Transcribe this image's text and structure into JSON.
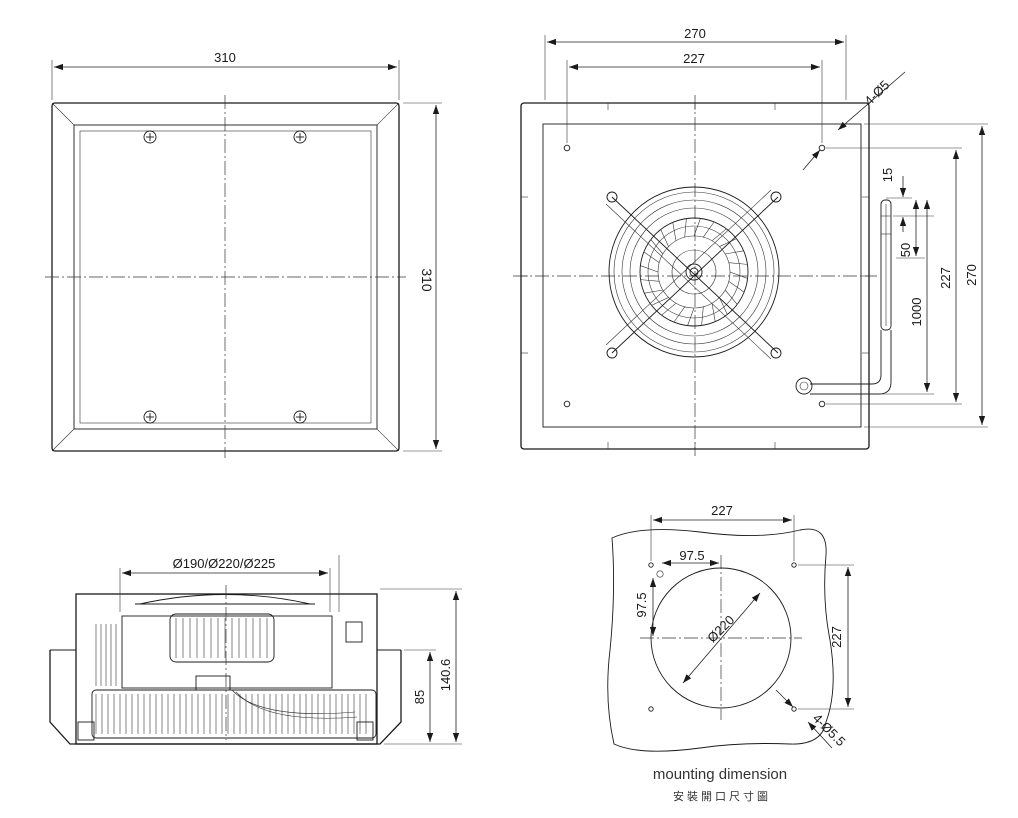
{
  "front_view": {
    "width_label": "310",
    "height_label": "310"
  },
  "rear_view": {
    "outer_width_label": "270",
    "hole_spacing_label": "227",
    "holes_label": "4-Ø5",
    "cable_offset_label": "15",
    "cable_end_label": "50",
    "cable_length_label": "1000",
    "vertical_hole_spacing_label": "227",
    "outer_height_label": "270"
  },
  "side_view": {
    "diameters_label": "Ø190/Ø220/Ø225",
    "inner_height_label": "85",
    "total_height_label": "140.6"
  },
  "mounting": {
    "hole_spacing_label": "227",
    "center_offset_x_label": "97.5",
    "center_offset_y_label": "97.5",
    "cutout_label": "Ø220",
    "vertical_spacing_label": "227",
    "holes_label": "4-Ø5.5",
    "caption_en": "mounting dimension",
    "caption_zh": "安裝開口尺寸圖"
  },
  "colors": {
    "line": "#1a1a1a",
    "background": "#ffffff"
  }
}
